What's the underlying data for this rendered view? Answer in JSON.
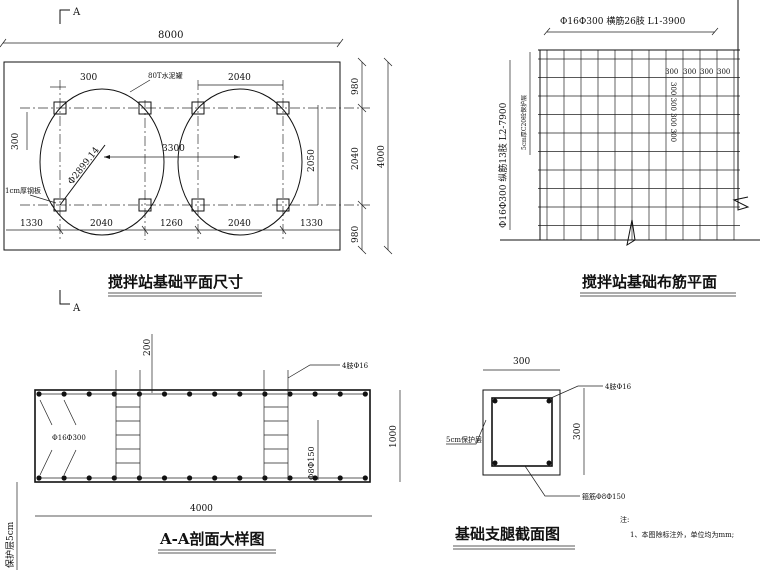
{
  "plan": {
    "section_mark": "A",
    "overall_length": "8000",
    "overall_width": "4000",
    "col_size_top": "300",
    "col_size_left": "300",
    "top_spacing": "2040",
    "tank_label": "80T水泥罐",
    "steel_plate_label": "1cm厚钢板",
    "diameter_label": "Φ2899.14",
    "center_distance": "3300",
    "inner_height": "2050",
    "bottom_dims": [
      "1330",
      "2040",
      "1260",
      "2040",
      "1330"
    ],
    "right_dims": [
      "980",
      "2040",
      "980"
    ],
    "title": "搅拌站基础平面尺寸"
  },
  "rebar_plan": {
    "top_label": "Φ16Ф300 横筋26肢 L1-3900",
    "left_label": "Φ16Ф300 纵筋13肢 L2-7900",
    "cover_label": "5cm厚C20砼保护层",
    "spacing_h": [
      "300",
      "300",
      "300",
      "300"
    ],
    "spacing_v": "300 300 300 300",
    "title": "搅拌站基础布筋平面"
  },
  "section_aa": {
    "dim_200": "200",
    "bar_label": "4肢Φ16",
    "tie_label": "Φ16Ф300",
    "stirrup_label": "Φ8Ф150",
    "height": "1000",
    "length": "4000",
    "cover_label": "保护层5cm",
    "title": "A-A剖面大样图"
  },
  "leg_section": {
    "width": "300",
    "height": "300",
    "bar_label": "4肢Φ16",
    "cover_label": "5cm保护层",
    "stirrup_label": "箍筋Φ8Ф150",
    "title": "基础支腿截面图"
  },
  "notes": {
    "heading": "注:",
    "items": [
      "1、本图除标注外，单位均为mm;"
    ]
  }
}
